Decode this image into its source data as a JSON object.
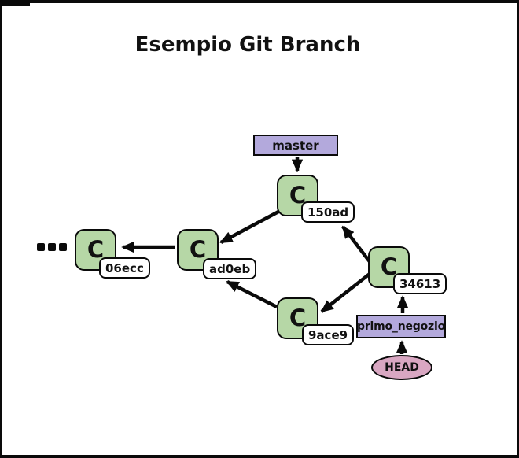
{
  "title": "Esempio Git Branch",
  "commit_letter": "C",
  "commits": [
    {
      "id": "150ad"
    },
    {
      "id": "06ecc"
    },
    {
      "id": "ad0eb"
    },
    {
      "id": "9ace9"
    },
    {
      "id": "34613"
    }
  ],
  "branches": {
    "master": "master",
    "feature": "primo_negozio"
  },
  "head_label": "HEAD",
  "colors": {
    "commit-fill": "#b6d7a6",
    "branch-fill": "#b3a9dc",
    "head-fill": "#d9a7c2",
    "stroke": "#0a0a0a",
    "background": "#ffffff"
  }
}
